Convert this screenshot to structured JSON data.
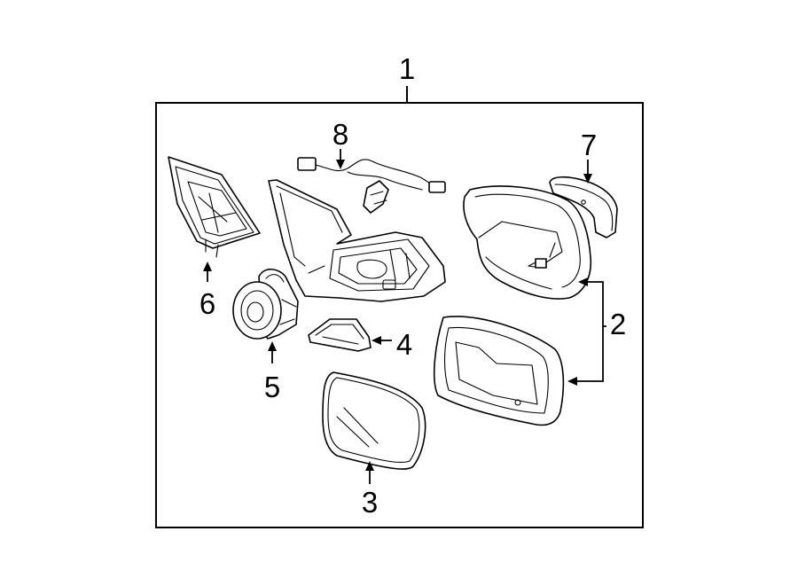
{
  "callouts": {
    "assembly": "1",
    "cover": "2",
    "glass": "3",
    "cap": "4",
    "motor": "5",
    "base": "6",
    "lamp": "7",
    "harness": "8"
  }
}
